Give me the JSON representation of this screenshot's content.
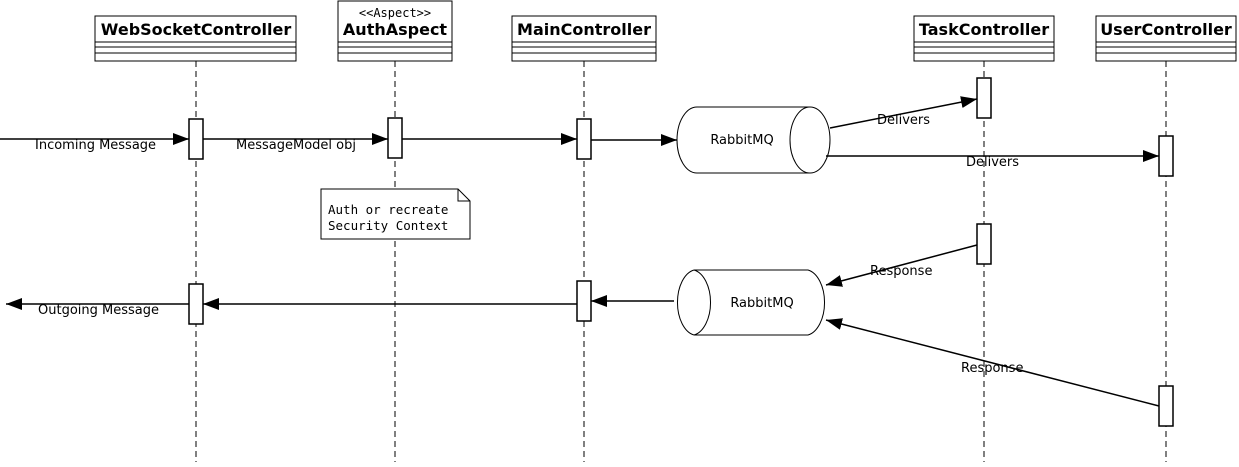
{
  "participants": {
    "websocket": {
      "name": "WebSocketController"
    },
    "auth": {
      "name": "AuthAspect",
      "stereotype": "<<Aspect>>"
    },
    "main": {
      "name": "MainController"
    },
    "task": {
      "name": "TaskController"
    },
    "user": {
      "name": "UserController"
    }
  },
  "queues": {
    "request": {
      "label": "RabbitMQ"
    },
    "response": {
      "label": "RabbitMQ"
    }
  },
  "messages": {
    "incoming": "Incoming Message",
    "model": "MessageModel obj",
    "task_delivers": "Delivers",
    "user_delivers": "Delivers",
    "task_response": "Response",
    "user_response": "Response",
    "outgoing": "Outgoing Message"
  },
  "note": {
    "line1": "Auth or recreate",
    "line2": "Security Context"
  }
}
